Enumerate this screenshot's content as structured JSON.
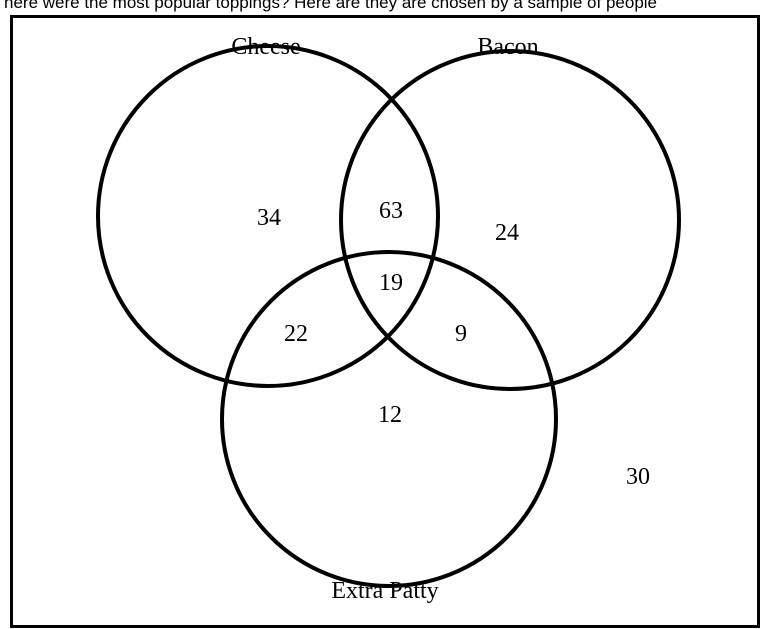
{
  "caption": "here were the most popular toppings? Here are they are chosen by a sample of people",
  "sets": {
    "a": {
      "label": "Cheese"
    },
    "b": {
      "label": "Bacon"
    },
    "c": {
      "label": "Extra Patty"
    }
  },
  "regions": {
    "a_only": "34",
    "b_only": "24",
    "c_only": "12",
    "ab": "63",
    "ac": "22",
    "bc": "9",
    "abc": "19",
    "none": "30"
  },
  "colors": {
    "stroke": "#000000",
    "background": "#ffffff",
    "text": "#000000"
  }
}
